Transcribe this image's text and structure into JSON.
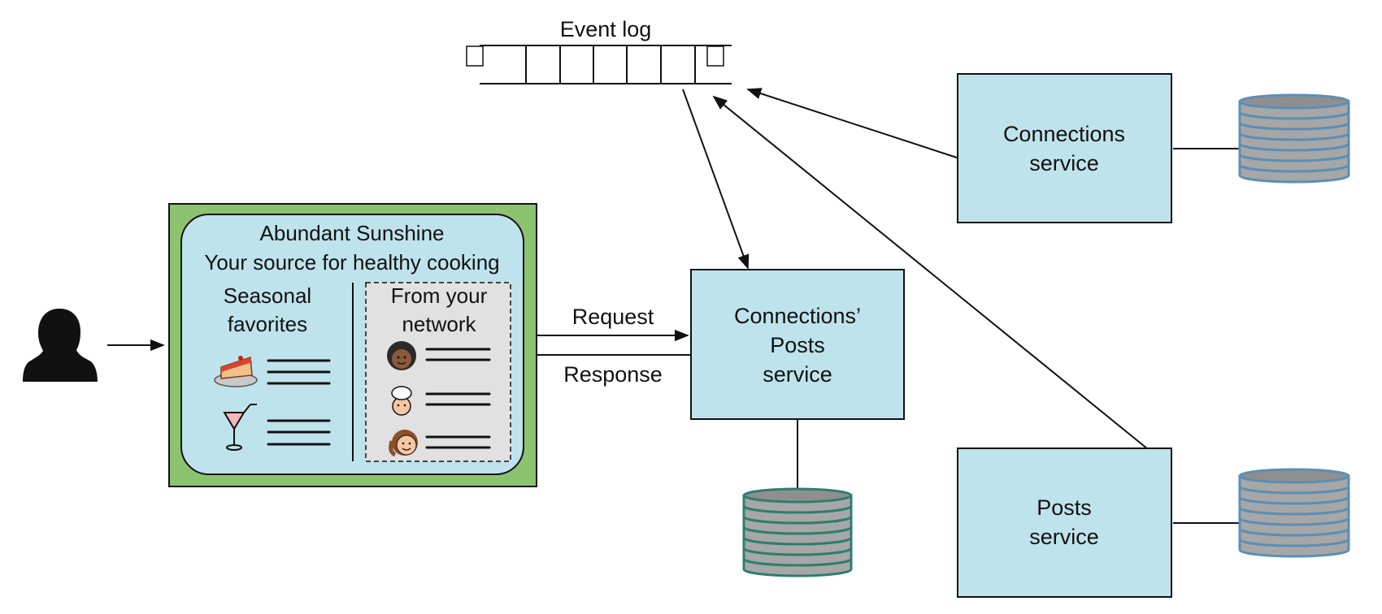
{
  "event_log": {
    "label": "Event log"
  },
  "app": {
    "title": "Abundant Sunshine",
    "subtitle": "Your source for healthy cooking",
    "left_panel": {
      "line1": "Seasonal",
      "line2": "favorites"
    },
    "right_panel": {
      "line1": "From your",
      "line2": "network"
    }
  },
  "arrows": {
    "request": "Request",
    "response": "Response"
  },
  "services": {
    "connections_posts": {
      "line1": "Connections’",
      "line2": "Posts",
      "line3": "service"
    },
    "connections": {
      "line1": "Connections",
      "line2": "service"
    },
    "posts": {
      "line1": "Posts",
      "line2": "service"
    }
  },
  "colors": {
    "service_fill": "#bfe3ec",
    "app_frame": "#8cc36f",
    "app_inner": "#bfe3ec",
    "network_panel": "#e1e1e1",
    "db_blue": "#5b8fb5",
    "db_teal": "#2e7d72",
    "db_fill": "#a7a7a7"
  },
  "icons": [
    "user-silhouette-icon",
    "cake-icon",
    "cocktail-icon",
    "curly-hair-avatar-icon",
    "chef-avatar-icon",
    "ponytail-avatar-icon",
    "database-icon"
  ]
}
